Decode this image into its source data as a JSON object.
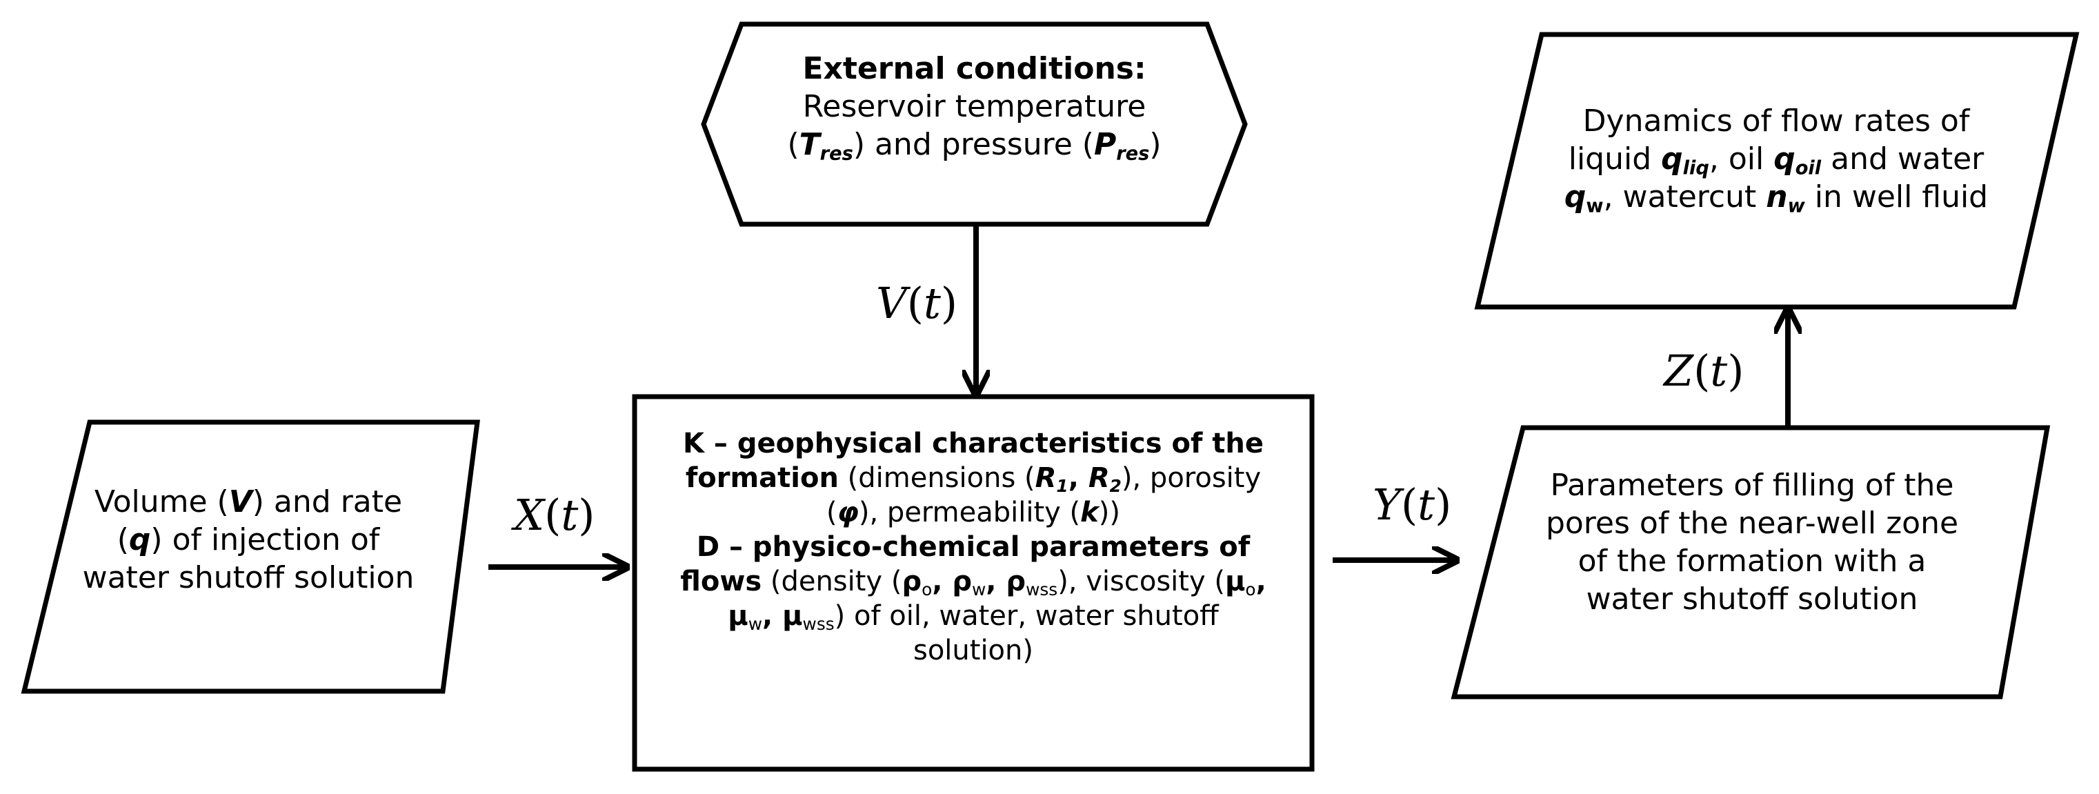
{
  "hexagon": {
    "title": "External conditions:",
    "line2": "Reservoir temperature",
    "p1": "(",
    "t_sym": "T",
    "t_sub": "res",
    "p2": ") and pressure (",
    "p_sym": "P",
    "p_sub": "res",
    "p3": ")"
  },
  "left_box": {
    "l1a": "Volume (",
    "v_sym": "V",
    "l1b": ") and rate",
    "l2a": "(",
    "q_sym": "q",
    "l2b": ") of injection of",
    "l3": "water shutoff solution"
  },
  "center_box": {
    "l1": "K – geophysical characteristics of the",
    "l2a": "formation",
    "l2b": " (dimensions (",
    "r1": "R",
    "r1_sub": "1",
    "comma1": ", ",
    "r2": "R",
    "r2_sub": "2",
    "l2c": "), porosity",
    "l3a": "(",
    "phi": "φ",
    "l3b": "), permeability (",
    "k": "k",
    "l3c": "))",
    "l4": "D – physico-chemical parameters of",
    "l5a": "flows",
    "l5b": " (density (",
    "rho": "ρ",
    "sub_o": "o",
    "sub_w": "w",
    "sub_wss": "wss",
    "sep": ", ",
    "l5c": "), viscosity (",
    "mu": "μ",
    "l6b": ") of oil, water, water shutoff",
    "l7": "solution)"
  },
  "right_top_box": {
    "l1": "Dynamics of flow rates of",
    "l2a": "liquid ",
    "q": "q",
    "sub_liq": "liq",
    "l2b": ", oil ",
    "sub_oil": "oil",
    "l2c": " and water",
    "sub_w": "w",
    "l3b": ", watercut ",
    "n": "n",
    "l3c": " in well fluid"
  },
  "right_bottom_box": {
    "l1": "Parameters of filling of the",
    "l2": "pores of the near-well zone",
    "l3": "of the formation with a",
    "l4": "water shutoff solution"
  },
  "arrow_labels": {
    "v": "V",
    "x": "X",
    "y": "Y",
    "z": "Z",
    "open": "(",
    "t": "t",
    "close": ")"
  },
  "colors": {
    "stroke": "#000000",
    "background": "#ffffff"
  }
}
